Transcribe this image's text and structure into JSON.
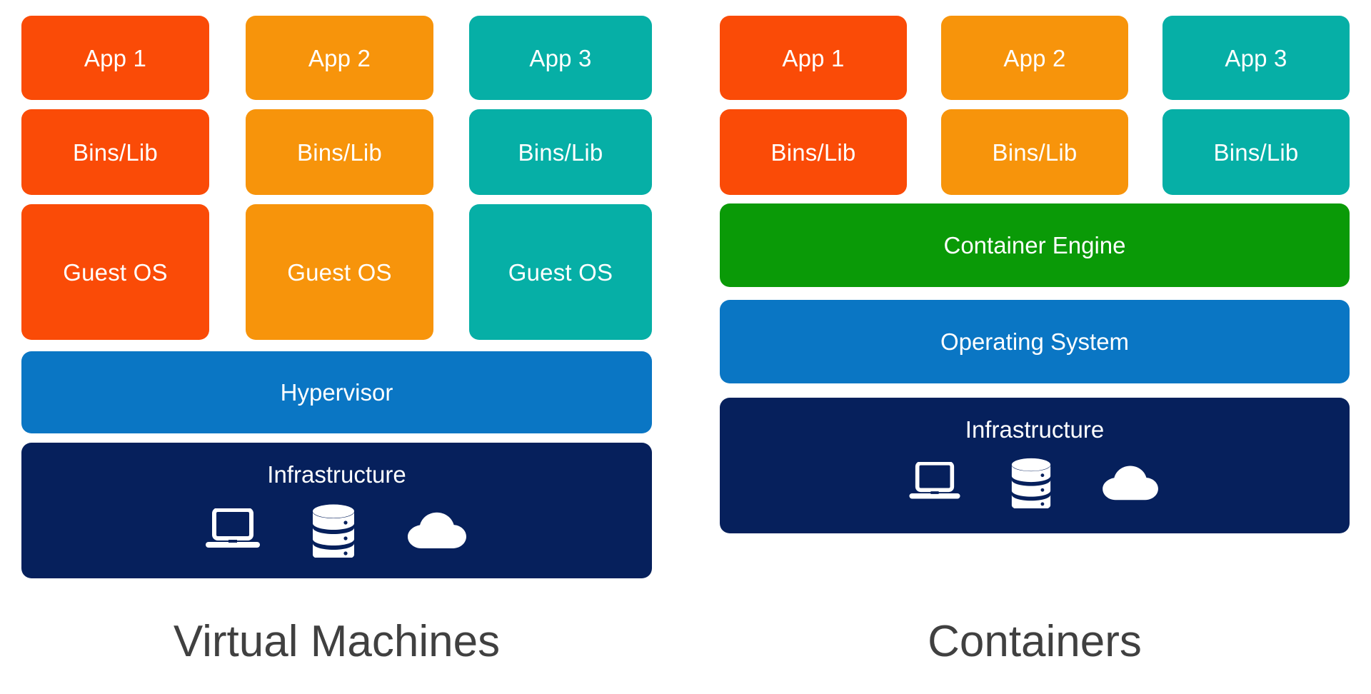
{
  "diagram": {
    "title_left": "Virtual Machines",
    "title_right": "Containers",
    "colors": {
      "orange_red": "#FA4B07",
      "orange": "#F7940B",
      "teal": "#06AFA6",
      "green": "#0A9A07",
      "blue": "#0A76C4",
      "navy": "#06205C",
      "caption_text": "#404040",
      "box_text": "#FFFFFF",
      "background": "#FFFFFF"
    }
  },
  "vm_panel": {
    "caption": "Virtual Machines",
    "columns": [
      {
        "color_key": "orange_red",
        "layers": [
          {
            "label": "App 1"
          },
          {
            "label": "Bins/Lib"
          },
          {
            "label": "Guest OS"
          }
        ]
      },
      {
        "color_key": "orange",
        "layers": [
          {
            "label": "App 2"
          },
          {
            "label": "Bins/Lib"
          },
          {
            "label": "Guest OS"
          }
        ]
      },
      {
        "color_key": "teal",
        "layers": [
          {
            "label": "App 3"
          },
          {
            "label": "Bins/Lib"
          },
          {
            "label": "Guest OS"
          }
        ]
      }
    ],
    "bars": [
      {
        "label": "Hypervisor",
        "color_key": "blue"
      },
      {
        "label": "Infrastructure",
        "color_key": "navy"
      }
    ],
    "infrastructure_icons": [
      "laptop-icon",
      "database-icon",
      "cloud-icon"
    ]
  },
  "container_panel": {
    "caption": "Containers",
    "columns": [
      {
        "color_key": "orange_red",
        "layers": [
          {
            "label": "App 1"
          },
          {
            "label": "Bins/Lib"
          }
        ]
      },
      {
        "color_key": "orange",
        "layers": [
          {
            "label": "App 2"
          },
          {
            "label": "Bins/Lib"
          }
        ]
      },
      {
        "color_key": "teal",
        "layers": [
          {
            "label": "App 3"
          },
          {
            "label": "Bins/Lib"
          }
        ]
      }
    ],
    "bars": [
      {
        "label": "Container Engine",
        "color_key": "green"
      },
      {
        "label": "Operating System",
        "color_key": "blue"
      },
      {
        "label": "Infrastructure",
        "color_key": "navy"
      }
    ],
    "infrastructure_icons": [
      "laptop-icon",
      "database-icon",
      "cloud-icon"
    ]
  }
}
